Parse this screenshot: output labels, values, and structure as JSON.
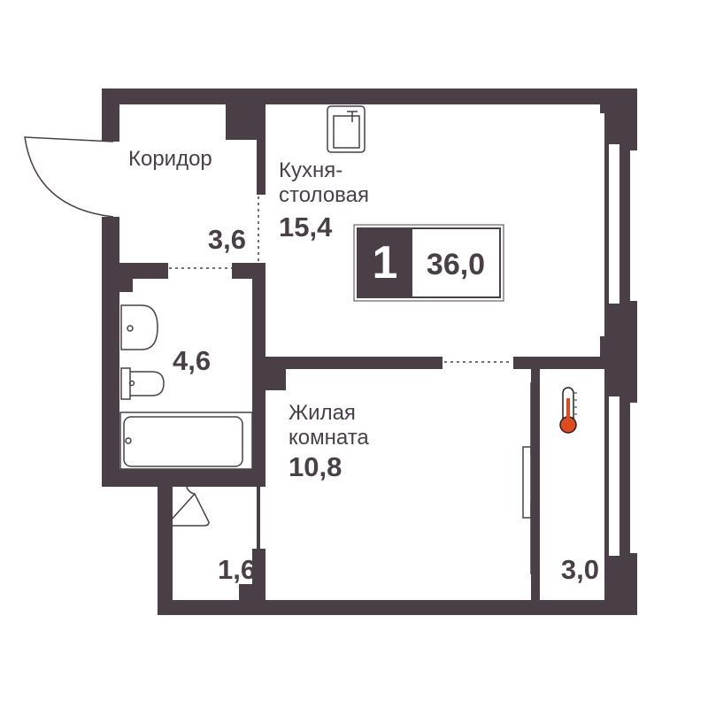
{
  "colors": {
    "wall": "#4a3f47",
    "accent": "#e04a1f",
    "floor": "#ffffff"
  },
  "badge": {
    "rooms": "1",
    "total_area": "36,0"
  },
  "rooms": {
    "corridor": {
      "name": "Коридор",
      "area": "3,6"
    },
    "kitchen": {
      "name_line1": "Кухня-",
      "name_line2": "столовая",
      "area": "15,4"
    },
    "bathroom": {
      "area": "4,6"
    },
    "living": {
      "name_line1": "Жилая",
      "name_line2": "комната",
      "area": "10,8"
    },
    "wardrobe": {
      "area": "1,6"
    },
    "loggia": {
      "area": "3,0"
    }
  },
  "icons": [
    "sink-icon",
    "washbasin-icon",
    "toilet-icon",
    "bathtub-icon",
    "hanger-icon",
    "thermometer-icon"
  ]
}
